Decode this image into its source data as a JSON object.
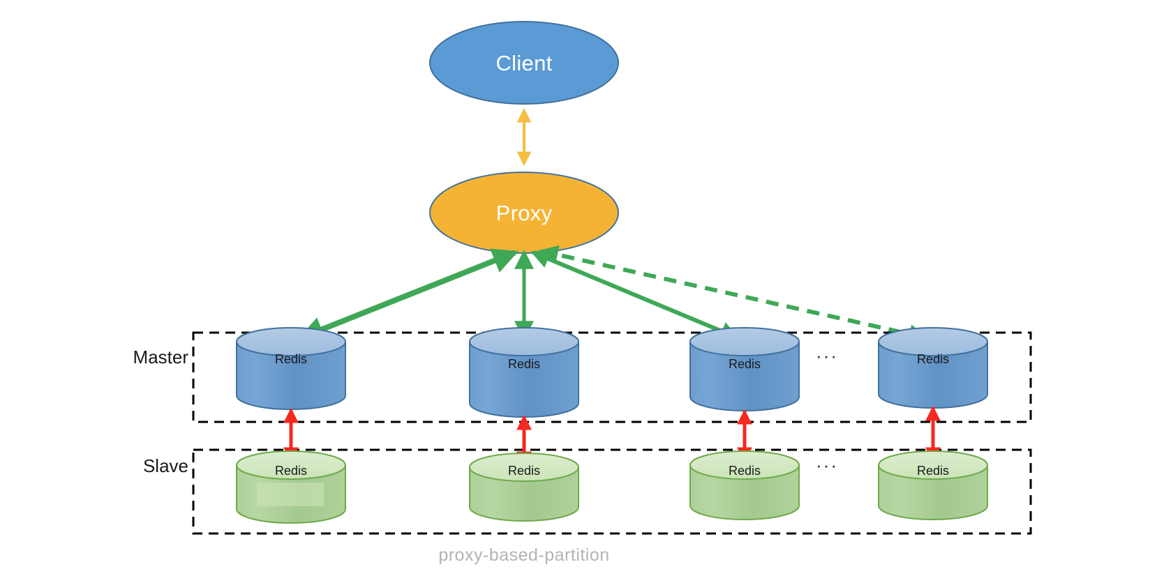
{
  "diagram": {
    "caption": "proxy-based-partition",
    "colors": {
      "client_fill": "#5B9BD5",
      "client_stroke": "#41719C",
      "proxy_fill": "#F5B335",
      "proxy_stroke": "#41719C",
      "master_fill": "#6699CC",
      "master_top_fill": "#A8C4E0",
      "master_stroke": "#41719C",
      "slave_fill": "#A9CE91",
      "slave_top_fill": "#D4E8C4",
      "slave_stroke": "#6FA94B",
      "client_proxy_arrow": "#F5BE41",
      "proxy_master_arrow": "#3FA856",
      "master_slave_arrow": "#F5291F",
      "container_border": "#000000",
      "caption_color": "#b3b3b3"
    }
  },
  "nodes": {
    "client": {
      "label": "Client"
    },
    "proxy": {
      "label": "Proxy"
    }
  },
  "rows": [
    {
      "name": "master",
      "label": "Master",
      "ellipsis": "···",
      "nodes": [
        {
          "label": "Redis"
        },
        {
          "label": "Redis"
        },
        {
          "label": "Redis"
        },
        {
          "label": "Redis"
        }
      ]
    },
    {
      "name": "slave",
      "label": "Slave",
      "ellipsis": "···",
      "nodes": [
        {
          "label": "Redis"
        },
        {
          "label": "Redis"
        },
        {
          "label": "Redis"
        },
        {
          "label": "Redis"
        }
      ]
    }
  ],
  "connections": {
    "client_proxy": {
      "style": "solid",
      "direction": "bidirectional",
      "color": "#F5BE41"
    },
    "proxy_masters": [
      {
        "style": "solid",
        "direction": "bidirectional",
        "color": "#3FA856"
      },
      {
        "style": "solid",
        "direction": "bidirectional",
        "color": "#3FA856"
      },
      {
        "style": "solid",
        "direction": "bidirectional",
        "color": "#3FA856"
      },
      {
        "style": "dashed",
        "direction": "bidirectional",
        "color": "#3FA856"
      }
    ],
    "master_slave": [
      {
        "style": "solid",
        "direction": "bidirectional",
        "color": "#F5291F"
      },
      {
        "style": "solid",
        "direction": "bidirectional",
        "color": "#F5291F"
      },
      {
        "style": "solid",
        "direction": "bidirectional",
        "color": "#F5291F"
      },
      {
        "style": "solid",
        "direction": "bidirectional",
        "color": "#F5291F"
      }
    ]
  }
}
